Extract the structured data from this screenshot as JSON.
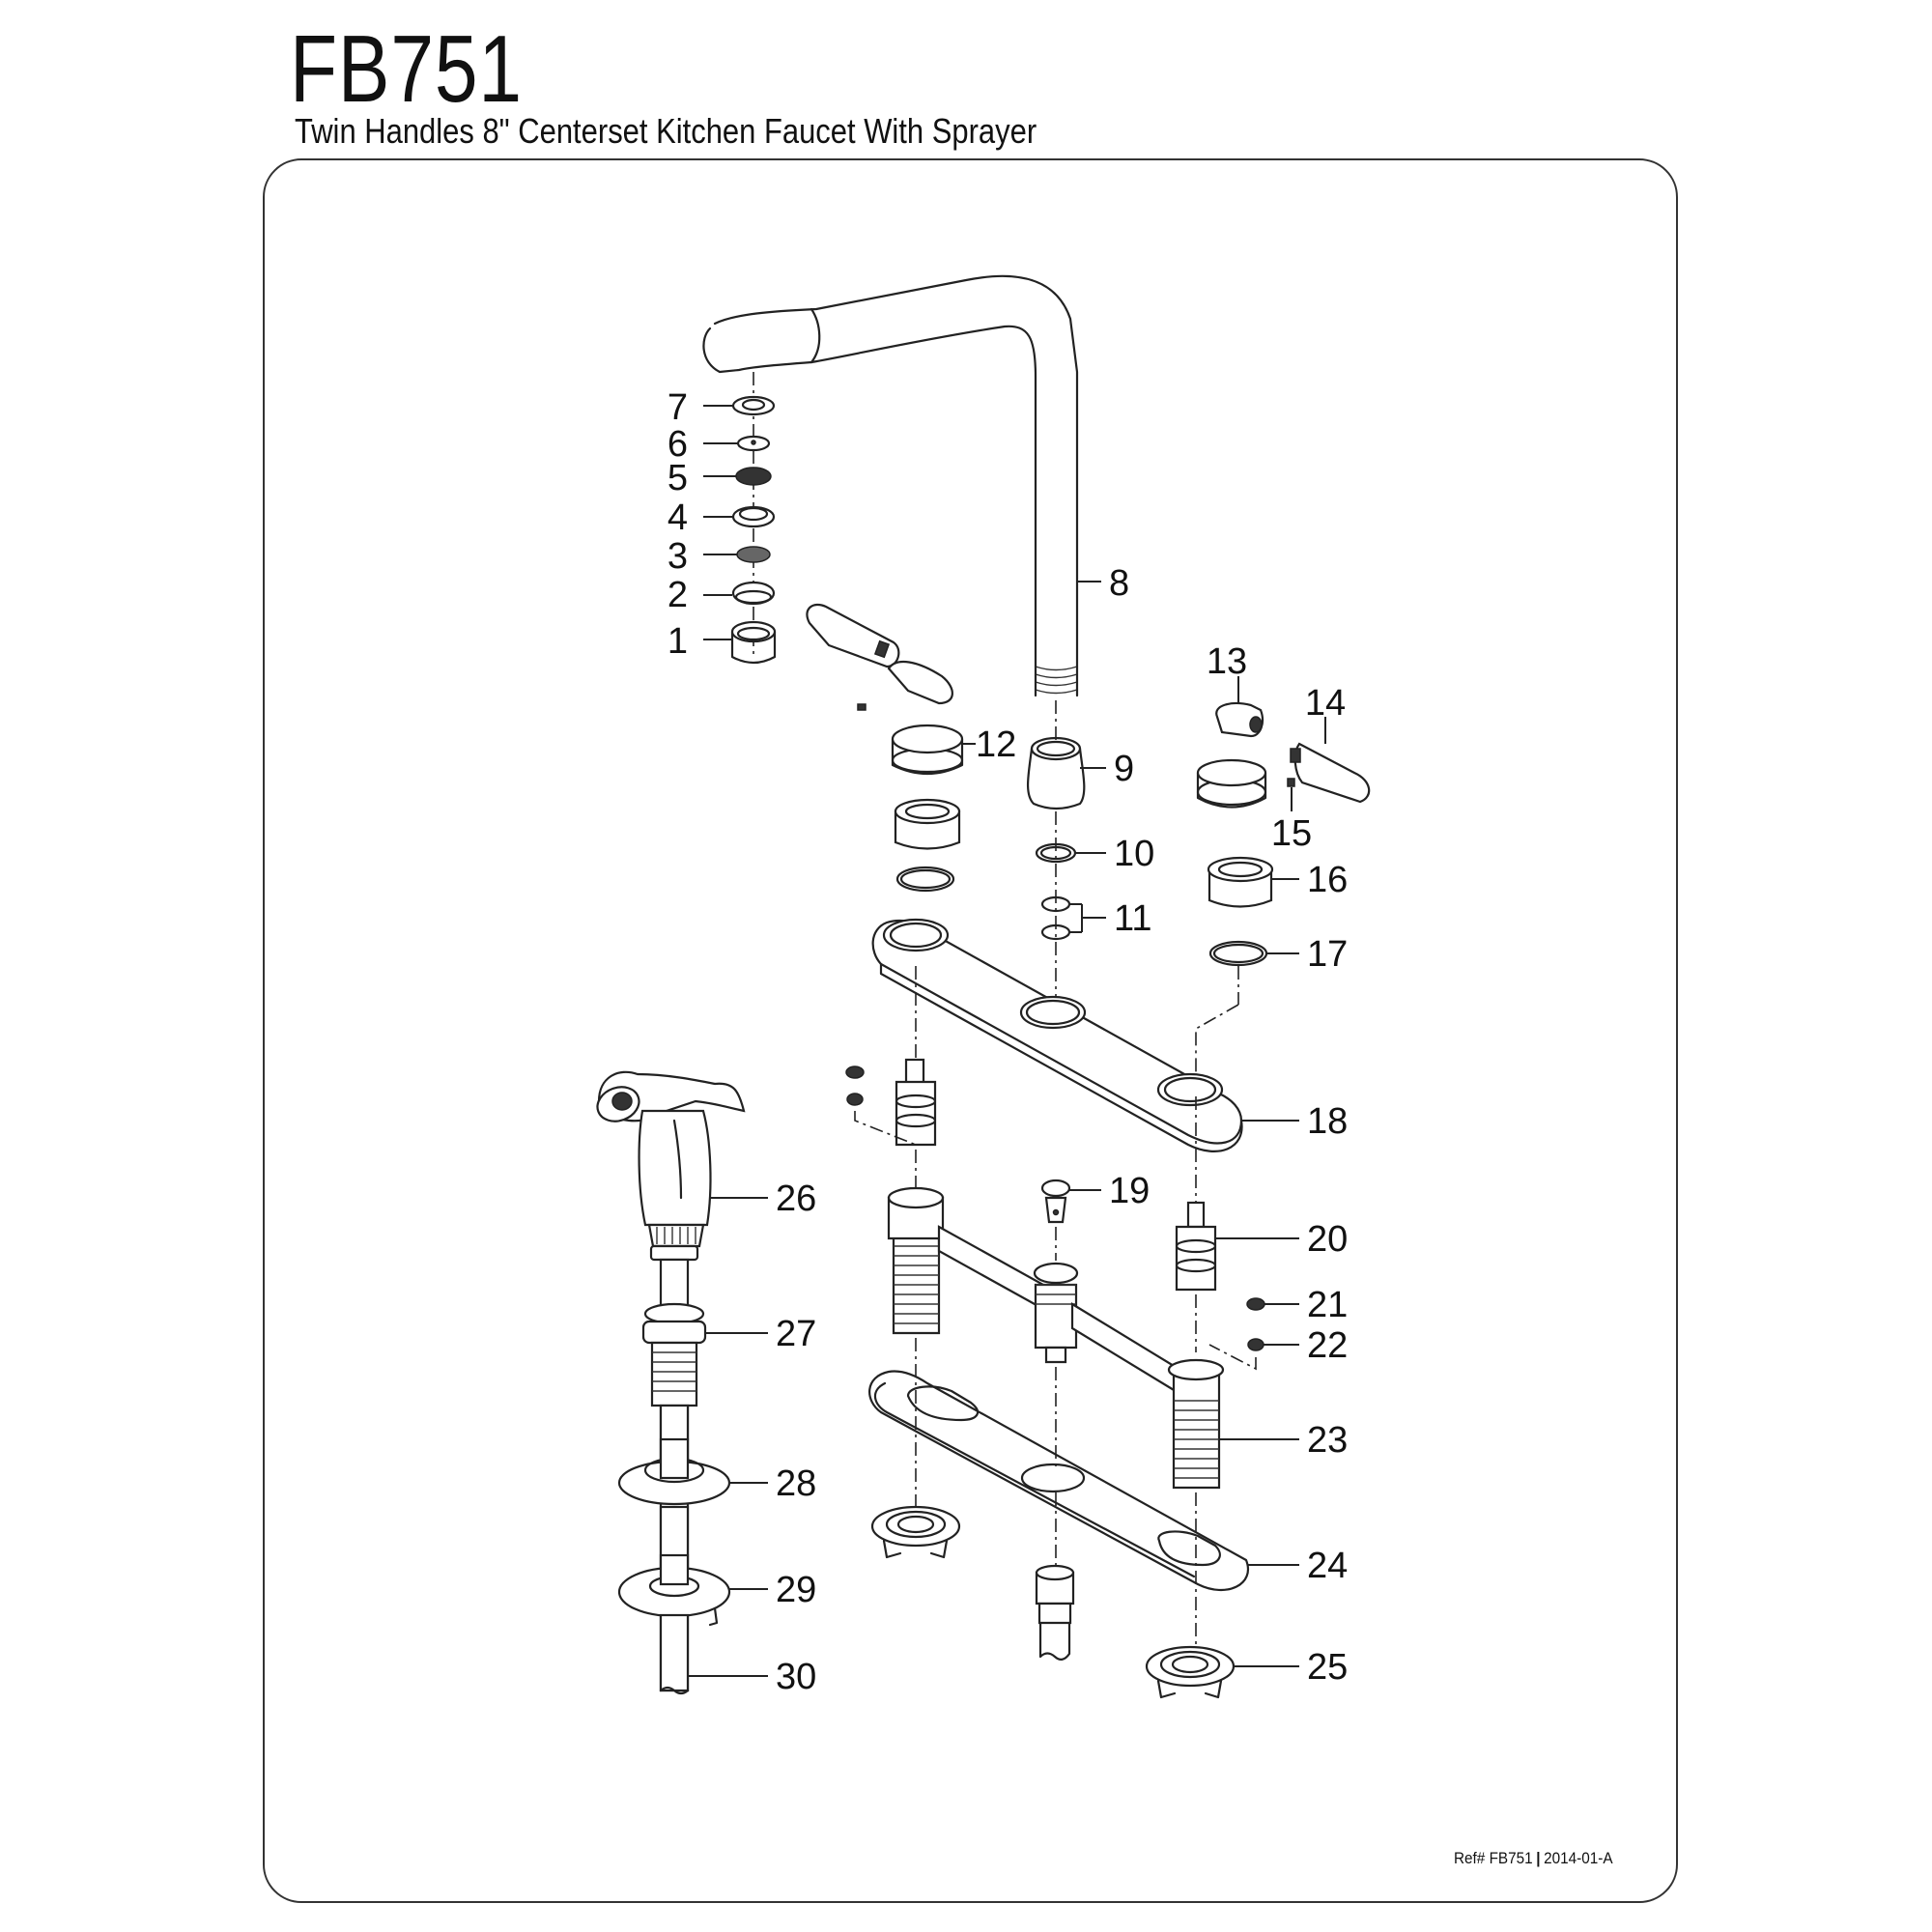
{
  "header": {
    "model_number": "FB751",
    "subtitle": "Twin Handles 8\" Centerset Kitchen Faucet With Sprayer"
  },
  "footer": {
    "ref_label": "Ref# FB751",
    "separator": "|",
    "revision": "2014-01-A"
  },
  "diagram": {
    "type": "exploded-parts-diagram",
    "callouts": [
      {
        "number": "1",
        "part": "aerator-housing"
      },
      {
        "number": "2",
        "part": "aerator-insert"
      },
      {
        "number": "3",
        "part": "aerator-screen"
      },
      {
        "number": "4",
        "part": "aerator-ring"
      },
      {
        "number": "5",
        "part": "flow-restrictor-disc"
      },
      {
        "number": "6",
        "part": "flow-washer"
      },
      {
        "number": "7",
        "part": "aerator-gasket"
      },
      {
        "number": "8",
        "part": "spout"
      },
      {
        "number": "9",
        "part": "spout-base"
      },
      {
        "number": "10",
        "part": "spout-nut"
      },
      {
        "number": "11",
        "part": "o-rings"
      },
      {
        "number": "12",
        "part": "left-handle-assembly"
      },
      {
        "number": "13",
        "part": "right-handle-body"
      },
      {
        "number": "14",
        "part": "right-lever"
      },
      {
        "number": "15",
        "part": "set-screw"
      },
      {
        "number": "16",
        "part": "bonnet-nut"
      },
      {
        "number": "17",
        "part": "bonnet-ring"
      },
      {
        "number": "18",
        "part": "escutcheon-plate"
      },
      {
        "number": "19",
        "part": "diverter"
      },
      {
        "number": "20",
        "part": "cartridge"
      },
      {
        "number": "21",
        "part": "seat"
      },
      {
        "number": "22",
        "part": "spring"
      },
      {
        "number": "23",
        "part": "valve-body"
      },
      {
        "number": "24",
        "part": "base-gasket"
      },
      {
        "number": "25",
        "part": "mounting-nut"
      },
      {
        "number": "26",
        "part": "sprayer-head"
      },
      {
        "number": "27",
        "part": "sprayer-guide"
      },
      {
        "number": "28",
        "part": "sprayer-escutcheon"
      },
      {
        "number": "29",
        "part": "sprayer-washer"
      },
      {
        "number": "30",
        "part": "sprayer-hose"
      }
    ]
  }
}
